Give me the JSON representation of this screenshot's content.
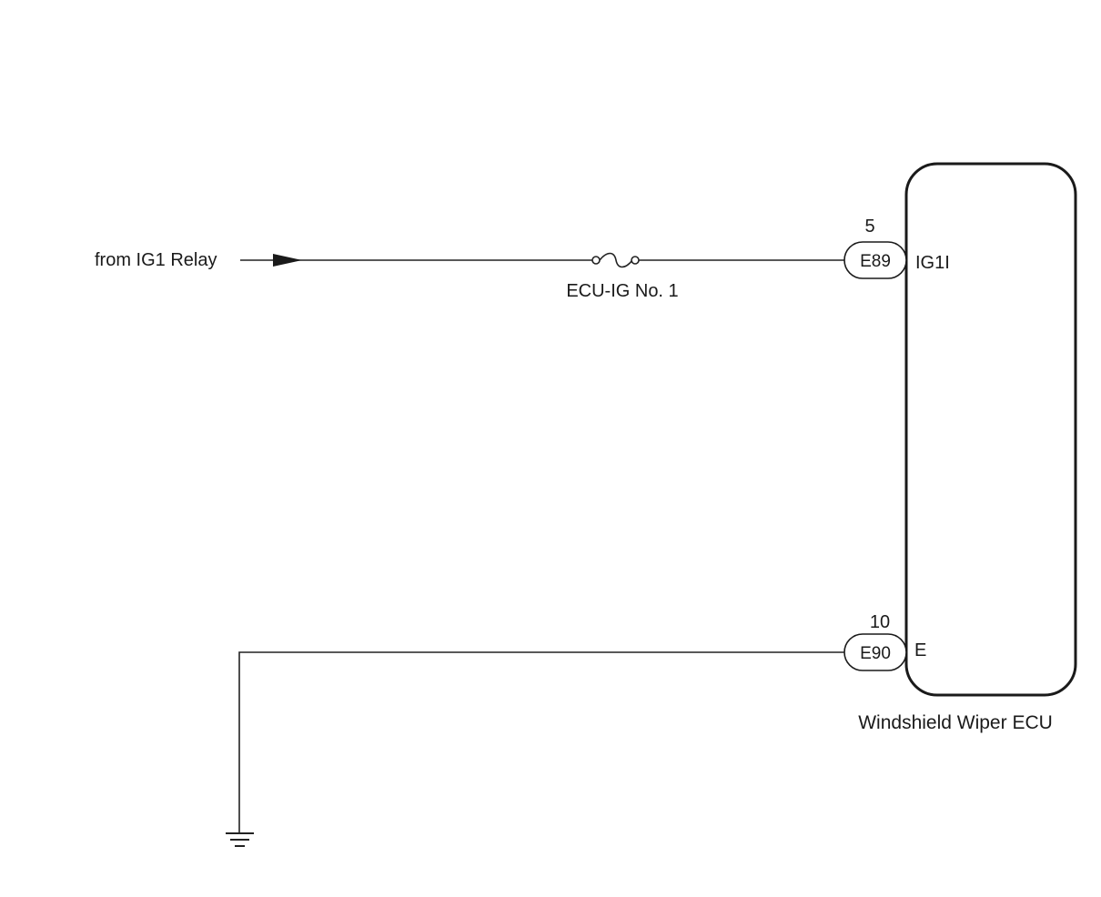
{
  "source": {
    "label": "from IG1 Relay"
  },
  "fuse": {
    "label": "ECU-IG No. 1"
  },
  "connectors": [
    {
      "id": "E89",
      "pin": "5",
      "terminal": "IG1I"
    },
    {
      "id": "E90",
      "pin": "10",
      "terminal": "E"
    }
  ],
  "ecu": {
    "label": "Windshield Wiper ECU"
  },
  "colors": {
    "line": "#222222",
    "text": "#1a1a1a",
    "background": "#ffffff"
  }
}
